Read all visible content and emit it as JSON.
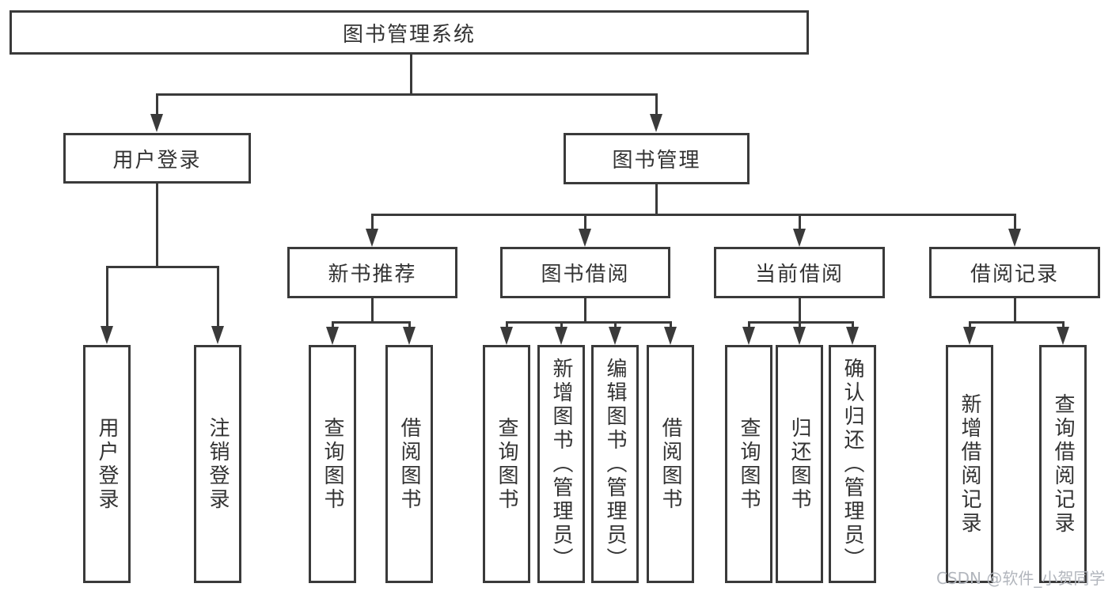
{
  "tree": {
    "root": {
      "label": "图书管理系统"
    },
    "level2": [
      {
        "label": "用户登录"
      },
      {
        "label": "图书管理"
      }
    ],
    "level3": [
      {
        "label": "新书推荐"
      },
      {
        "label": "图书借阅"
      },
      {
        "label": "当前借阅"
      },
      {
        "label": "借阅记录"
      }
    ],
    "leaves": [
      {
        "label": "用户登录"
      },
      {
        "label": "注销登录"
      },
      {
        "label": "查询图书"
      },
      {
        "label": "借阅图书"
      },
      {
        "label": "查询图书"
      },
      {
        "label": "新增图书（管理员）"
      },
      {
        "label": "编辑图书（管理员）"
      },
      {
        "label": "借阅图书"
      },
      {
        "label": "查询图书"
      },
      {
        "label": "归还图书"
      },
      {
        "label": "确认归还（管理员）"
      },
      {
        "label": "新增借阅记录"
      },
      {
        "label": "查询借阅记录"
      }
    ]
  },
  "watermark": {
    "text": "CSDN @软件_小贺同学"
  },
  "colors": {
    "line": "#3a3a3a",
    "text": "#333333",
    "watermark": "#b2b6bd",
    "background": "#ffffff"
  }
}
